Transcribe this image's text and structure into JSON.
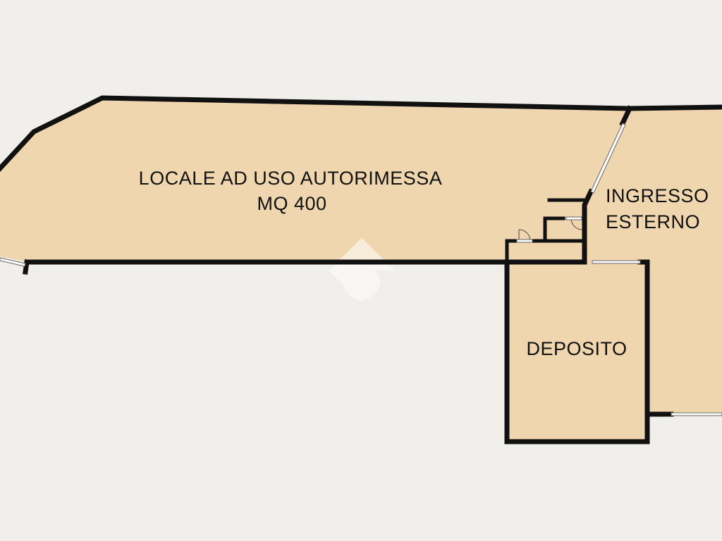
{
  "floor_plan": {
    "rooms": [
      {
        "id": "autorimessa",
        "name": "LOCALE AD USO AUTORIMESSA",
        "area": "MQ 400"
      },
      {
        "id": "ingresso",
        "name": "INGRESSO",
        "subtitle": "ESTERNO"
      },
      {
        "id": "deposito",
        "name": "DEPOSITO"
      }
    ],
    "colors": {
      "background": "#f1efeb",
      "room_fill": "#f0d6ae",
      "wall": "#111111",
      "watermark": "#ffffff"
    },
    "watermark": "house-logo"
  }
}
